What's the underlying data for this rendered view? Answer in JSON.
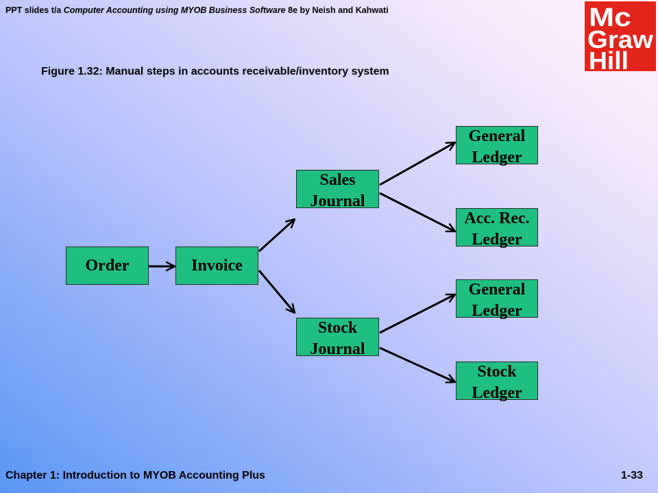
{
  "header": {
    "prefix": "PPT slides t/a ",
    "book": "Computer Accounting using MYOB Business Software",
    "suffix": " 8e by Neish and Kahwati"
  },
  "figure_title": "Figure 1.32: Manual steps in accounts receivable/inventory system",
  "logo": {
    "line1": "Mc",
    "line2": "Graw",
    "line3": "Hill",
    "color": "#e3241b"
  },
  "diagram": {
    "order": "Order",
    "invoice": "Invoice",
    "sales_journal": [
      "Sales",
      "Journal"
    ],
    "stock_journal": [
      "Stock",
      "Journal"
    ],
    "general_ledger_1": [
      "General",
      "Ledger"
    ],
    "acc_rec_ledger": [
      "Acc. Rec.",
      "Ledger"
    ],
    "general_ledger_2": [
      "General",
      "Ledger"
    ],
    "stock_ledger": [
      "Stock",
      "Ledger"
    ],
    "box_color": "#1fbf82"
  },
  "footer": {
    "chapter": "Chapter 1: Introduction to MYOB Accounting Plus",
    "page": "1-33"
  }
}
